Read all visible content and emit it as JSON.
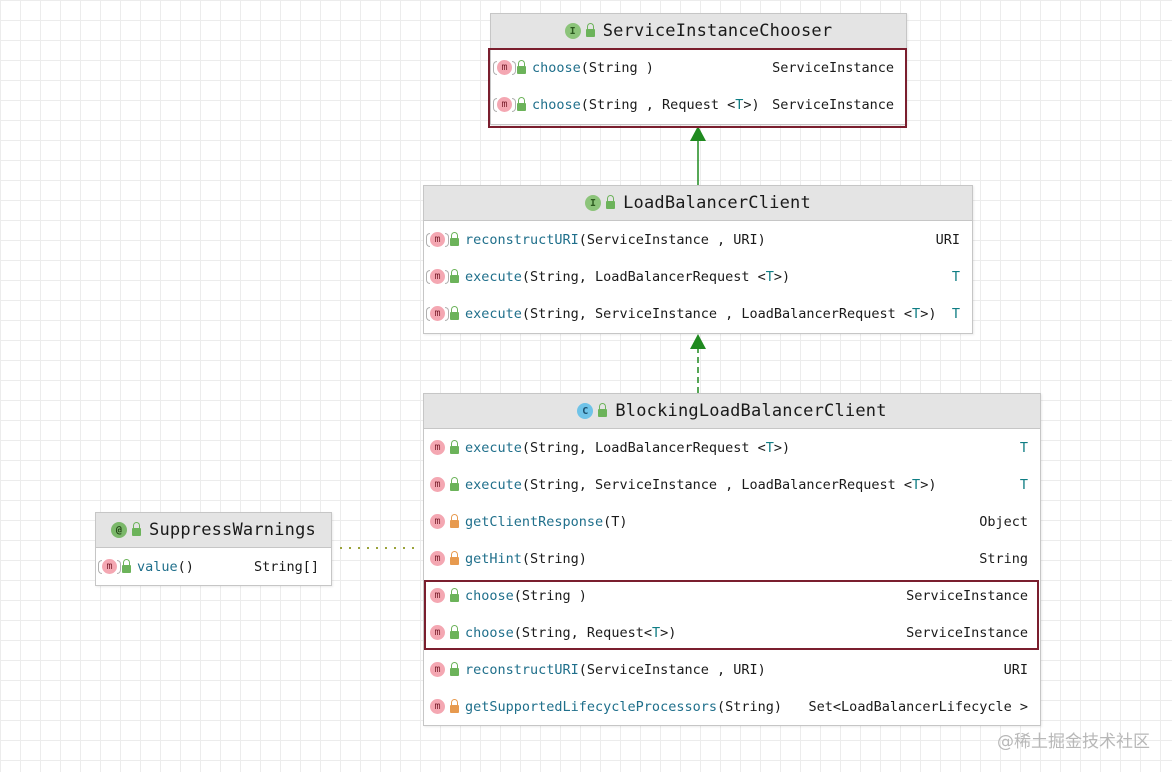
{
  "nodes": {
    "chooser": {
      "kind": "I",
      "title": "ServiceInstanceChooser",
      "methods": [
        {
          "name": "choose",
          "params": "(String )",
          "ret": "ServiceInstance"
        },
        {
          "name": "choose",
          "params_pre": "(String , Request <",
          "params_t": "T",
          "params_post": ">)",
          "ret": "ServiceInstance"
        }
      ]
    },
    "client": {
      "kind": "I",
      "title": "LoadBalancerClient",
      "methods": [
        {
          "name": "reconstructURI",
          "params": " (ServiceInstance , URI)",
          "ret": "URI"
        },
        {
          "name": "execute",
          "params_pre": "(String, LoadBalancerRequest <",
          "params_t": "T",
          "params_post": ">)",
          "ret": "T"
        },
        {
          "name": "execute",
          "params_pre": "(String, ServiceInstance , LoadBalancerRequest <",
          "params_t": "T",
          "params_post": ">)",
          "ret": "T"
        }
      ]
    },
    "blocking": {
      "kind": "C",
      "title": "BlockingLoadBalancerClient",
      "methods": [
        {
          "name": "execute",
          "params_pre": "(String, LoadBalancerRequest <",
          "params_t": "T",
          "params_post": ">)",
          "ret": "T"
        },
        {
          "name": "execute",
          "params_pre": "(String, ServiceInstance , LoadBalancerRequest <",
          "params_t": "T",
          "params_post": ">)",
          "ret": "T"
        },
        {
          "name": "getClientResponse",
          "params": " (T)",
          "ret": "Object"
        },
        {
          "name": "getHint",
          "params": "(String)",
          "ret": "String"
        },
        {
          "name": "choose",
          "params": "(String )",
          "ret": "ServiceInstance"
        },
        {
          "name": "choose",
          "params_pre": "(String, Request<",
          "params_t": "T",
          "params_post": ">)",
          "ret": "ServiceInstance"
        },
        {
          "name": "reconstructURI",
          "params": " (ServiceInstance , URI)",
          "ret": "URI"
        },
        {
          "name": "getSupportedLifecycleProcessors",
          "params": "  (String)",
          "ret": "Set<LoadBalancerLifecycle >"
        }
      ]
    },
    "suppress": {
      "kind": "@",
      "title": "SuppressWarnings",
      "methods": [
        {
          "name": "value",
          "params": "()",
          "ret": "String[]"
        }
      ]
    }
  },
  "icons": {
    "interface": "interface-icon",
    "class": "class-icon",
    "annotation": "annotation-icon",
    "method": "method-icon",
    "public": "public-visibility-icon",
    "private": "private-lock-icon"
  },
  "colors": {
    "realization_arrow": "#1f8a1f",
    "highlight_border": "#7a1e2e",
    "annotation_link": "#9aa33a",
    "method_name": "#1f6f8b",
    "type_param": "#0f7d84"
  },
  "watermark": "@稀土掘金技术社区"
}
